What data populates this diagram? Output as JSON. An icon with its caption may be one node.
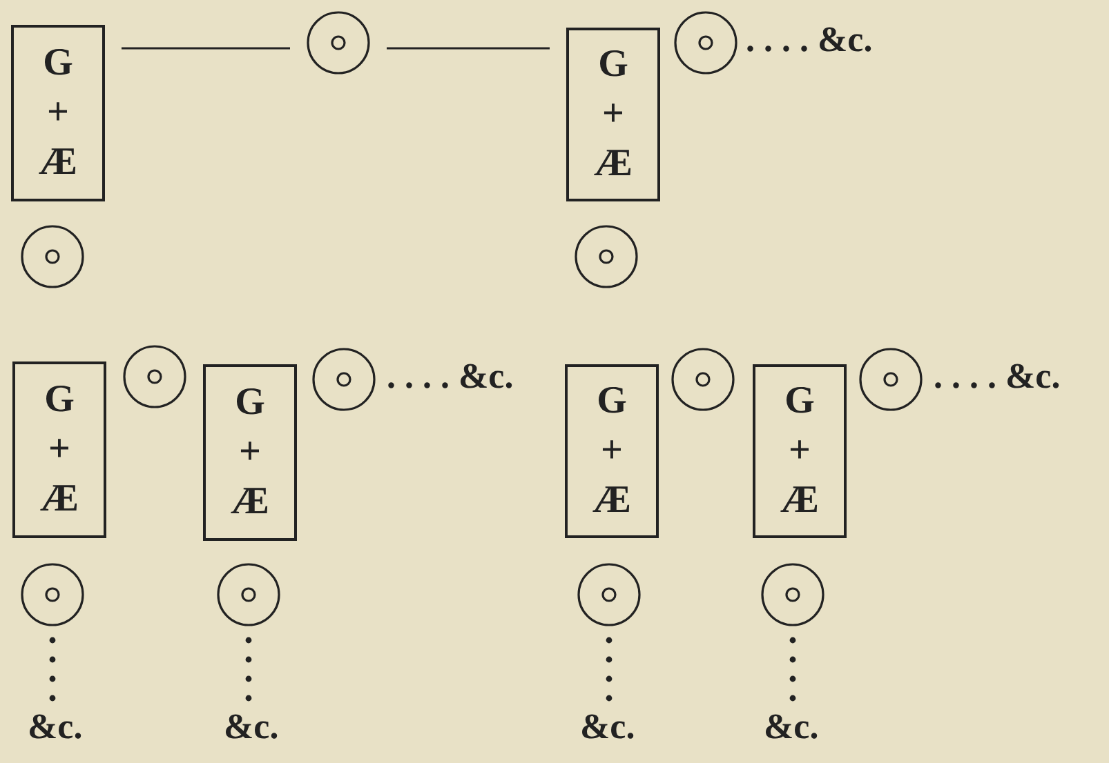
{
  "diagram": {
    "nodes": [
      {
        "text": [
          "G + Æ"
        ]
      },
      {
        "text": [],
        "shape": "circle"
      },
      {
        "text": [
          "G + Æ"
        ]
      },
      {
        "text": [],
        "shape": "circle"
      },
      {
        "text": [],
        "shape": "circle"
      },
      {
        "text": [],
        "shape": "circle"
      },
      {
        "text": [
          "G + Æ"
        ]
      },
      {
        "text": [],
        "shape": "circle"
      },
      {
        "text": [
          "G + Æ"
        ]
      },
      {
        "text": [],
        "shape": "circle"
      },
      {
        "text": [
          "G + Æ"
        ]
      },
      {
        "text": [],
        "shape": "circle"
      },
      {
        "text": [
          "G + Æ"
        ]
      },
      {
        "text": [],
        "shape": "circle"
      },
      {
        "text": [],
        "shape": "circle"
      },
      {
        "text": [],
        "shape": "circle"
      },
      {
        "text": [],
        "shape": "circle"
      },
      {
        "text": [],
        "shape": "circle"
      }
    ],
    "edges": [
      {
        "from": 0,
        "to": 1,
        "arrow": "none"
      },
      {
        "from": 1,
        "to": 2,
        "arrow": "none"
      }
    ],
    "labels": [
      ". . . . &c.",
      ". . . . &c.",
      ". . . . &c.",
      "&c.",
      "&c.",
      "&c.",
      "&c."
    ]
  }
}
